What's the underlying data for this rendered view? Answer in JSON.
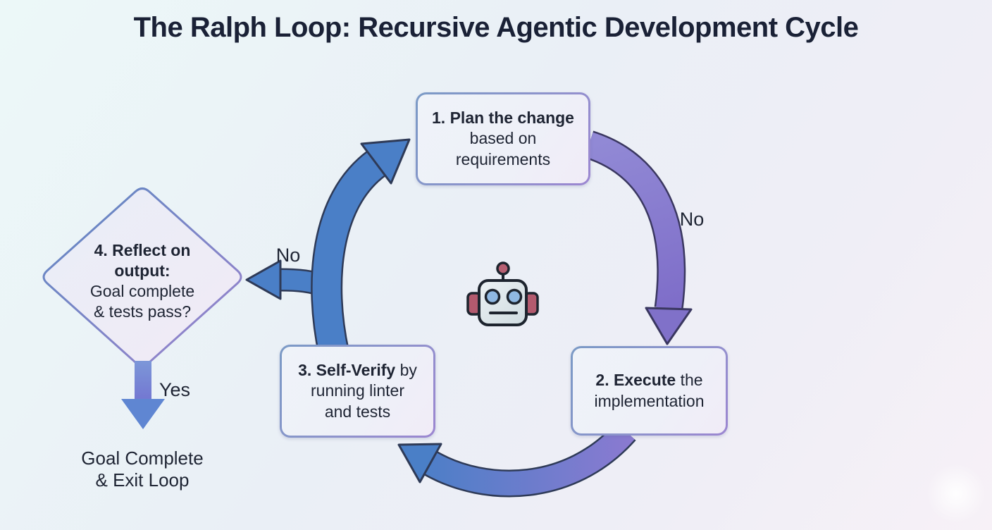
{
  "title": "The Ralph Loop: Recursive Agentic Development Cycle",
  "nodes": {
    "plan": {
      "bold": "1. Plan the change",
      "line2": "based on",
      "line3": "requirements"
    },
    "execute": {
      "bold": "2. Execute",
      "after_bold": " the",
      "line2": "implementation"
    },
    "verify": {
      "bold": "3. Self-Verify",
      "after_bold": " by",
      "line2": "running linter",
      "line3": "and tests"
    },
    "reflect": {
      "bold1": "4. Reflect on",
      "bold2": "output:",
      "line3": "Goal complete",
      "line4": "& tests pass?"
    }
  },
  "labels": {
    "no_plan_to_execute": "No",
    "no_to_reflect": "No",
    "yes": "Yes",
    "exit_line1": "Goal Complete",
    "exit_line2": "& Exit Loop"
  },
  "icons": {
    "center": "robot-icon"
  },
  "colors": {
    "background_top_left": "#ecf8f8",
    "background_bottom_right": "#f7f1f7",
    "title_text": "#1a2136",
    "body_text": "#1e2433",
    "arrow_blue": "#4a7fc7",
    "arrow_purple": "#8678cc",
    "arrow_outline": "#2e3a57",
    "node_border_blue": "#7b9ac6",
    "node_border_purple": "#9c86d1",
    "robot_head": "#e6edf0",
    "robot_accent_red": "#b75f72",
    "robot_eye_blue": "#8fb8e2"
  }
}
